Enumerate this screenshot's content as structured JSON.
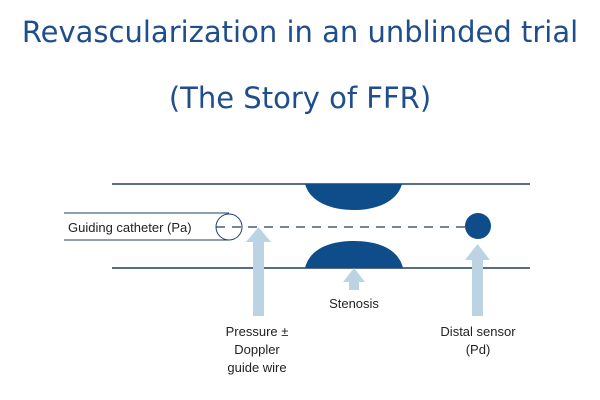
{
  "slide": {
    "title_line1": "Revascularization in an unblinded trial",
    "title_line2": "(The Story of FFR)"
  },
  "diagram": {
    "labels": {
      "guiding_catheter": "Guiding catheter (Pa)",
      "stenosis": "Stenosis",
      "wire_line1": "Pressure ±",
      "wire_line2": "Doppler",
      "wire_line3": "guide wire",
      "sensor_line1": "Distal sensor",
      "sensor_line2": "(Pd)"
    },
    "colors": {
      "title": "#1f4e8c",
      "vessel_wall": "#1f3f66",
      "plaque": "#0f4c8a",
      "arrow": "#bcd3e3"
    }
  }
}
